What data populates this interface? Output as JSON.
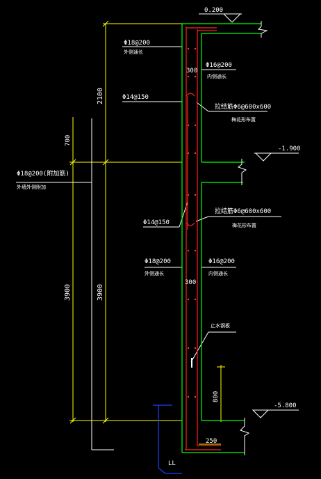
{
  "elevations": {
    "top": "0.200",
    "mid": "-1.900",
    "bottom": "-5.800"
  },
  "wall_thickness": {
    "upper": "300",
    "lower": "300"
  },
  "dimensions": {
    "upper_height": "2100",
    "haunch": "700",
    "lower_height_inner": "3900",
    "lower_height_outer": "3900",
    "waterstop_height": "800",
    "footing_width": "250"
  },
  "rebar": {
    "outer_upper": "Φ18@200",
    "outer_upper_note": "外侧通长",
    "inner_upper": "Φ16@200",
    "inner_upper_note": "内侧通长",
    "added_upper": "Φ14@150",
    "ties_upper": "拉结筋Φ6@600x600",
    "ties_upper_note": "梅花形布置",
    "added_outer": "Φ18@200(附加筋)",
    "added_outer_note": "外墙外侧附加",
    "added_lower": "Φ14@150",
    "ties_lower": "拉结筋Φ6@600x600",
    "ties_lower_note": "梅花形布置",
    "outer_lower": "Φ18@200",
    "outer_lower_note": "外侧通长",
    "inner_lower": "Φ16@200",
    "inner_lower_note": "内侧通长"
  },
  "waterstop": "止水钢板",
  "blue_label": "LL"
}
